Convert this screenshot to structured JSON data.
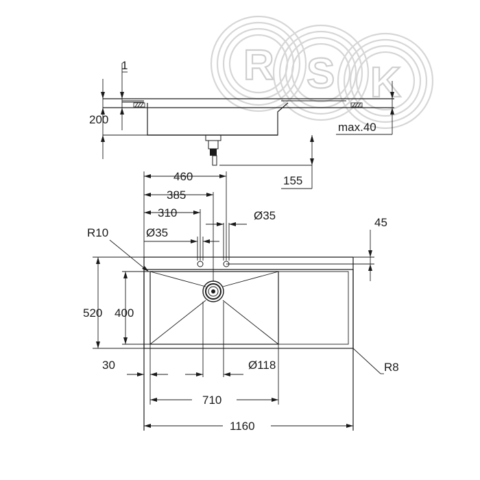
{
  "watermark": {
    "letters": [
      "R",
      "S",
      "K"
    ]
  },
  "side_view": {
    "labels": {
      "thickness": "1",
      "depth": "200",
      "max": "max.40",
      "drain": "155"
    }
  },
  "top_view": {
    "labels": {
      "d460": "460",
      "d385": "385",
      "d310": "310",
      "dia35_right": "Ø35",
      "dia35_left": "Ø35",
      "r10": "R10",
      "d45": "45",
      "d520": "520",
      "d400": "400",
      "d30": "30",
      "dia118": "Ø118",
      "r8": "R8",
      "d710": "710",
      "d1160": "1160"
    }
  }
}
